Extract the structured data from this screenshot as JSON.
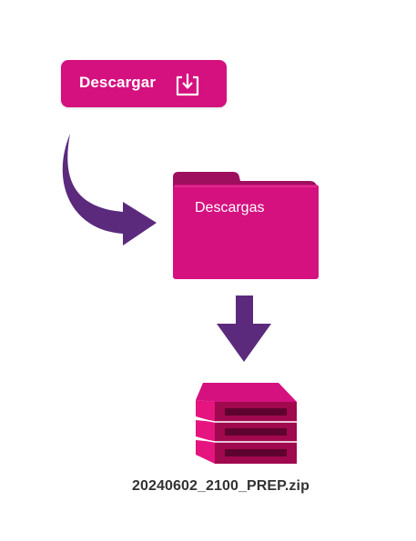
{
  "download_button": {
    "label": "Descargar",
    "icon": "download-icon"
  },
  "folder": {
    "label": "Descargas",
    "icon": "folder-icon"
  },
  "archive": {
    "file_name": "20240602_2100_PREP.zip",
    "icon": "archive-stack-icon"
  },
  "colors": {
    "primary": "#d4117f",
    "arrow": "#5b2a7d",
    "text": "#333333"
  }
}
